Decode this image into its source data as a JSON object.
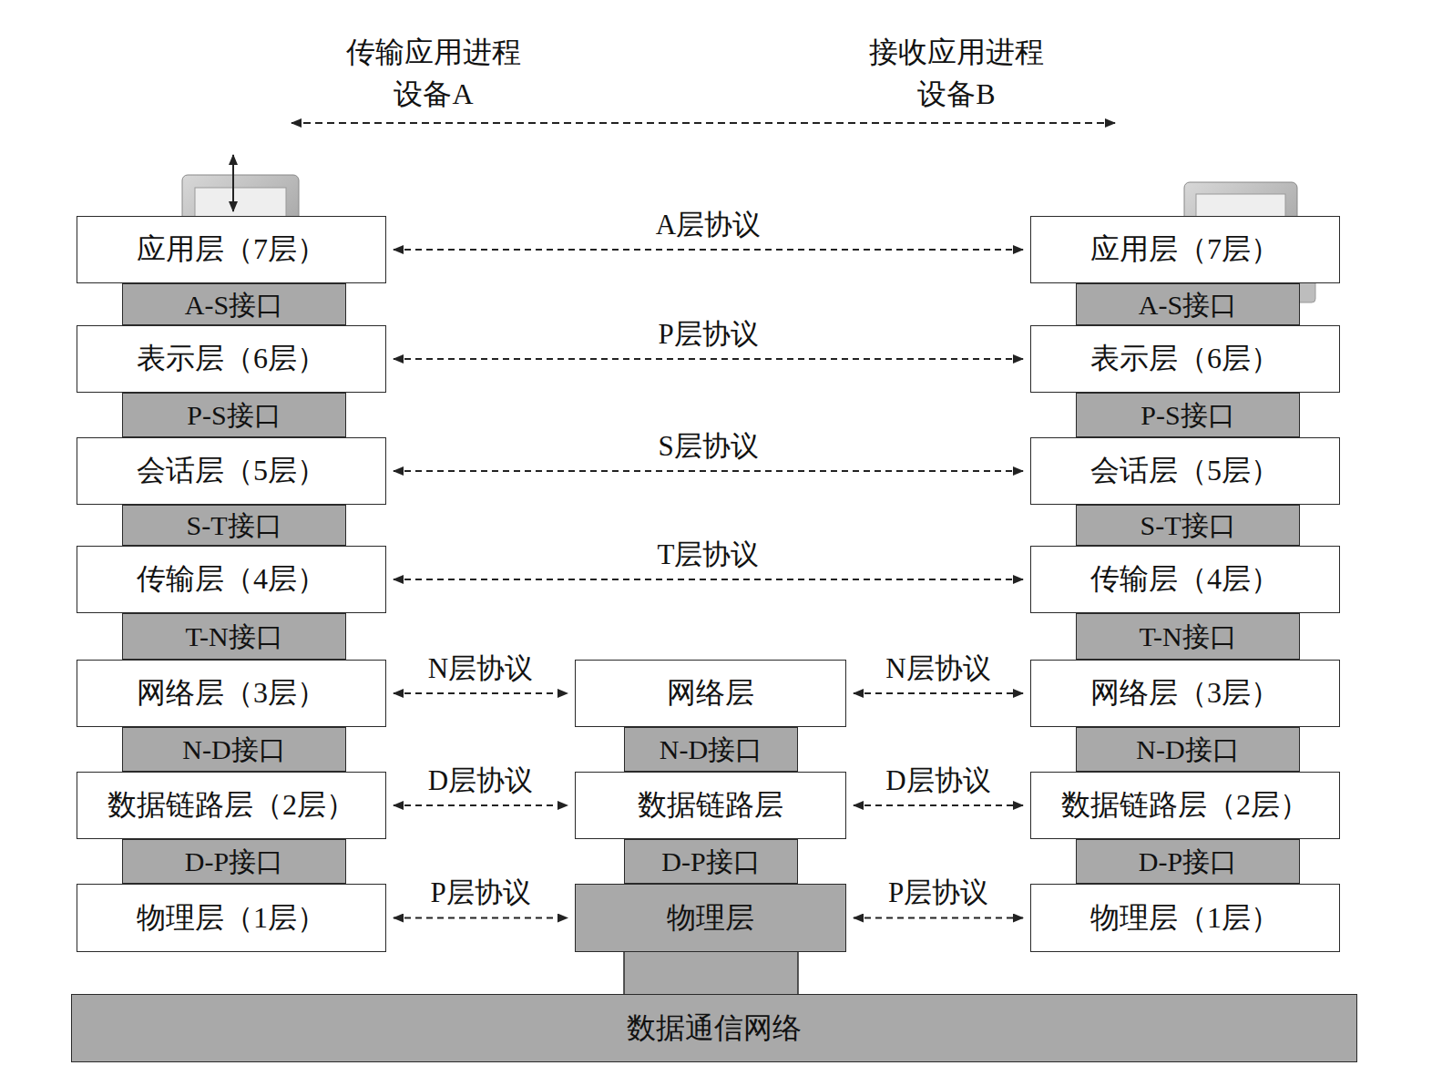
{
  "diagram": {
    "nodes": [
      {
        "text": [
          "应用层（7层）"
        ]
      },
      {
        "text": [
          "A-S接口"
        ]
      },
      {
        "text": [
          "表示层（6层）"
        ]
      },
      {
        "text": [
          "P-S接口"
        ]
      },
      {
        "text": [
          "会话层（5层）"
        ]
      },
      {
        "text": [
          "S-T接口"
        ]
      },
      {
        "text": [
          "传输层（4层）"
        ]
      },
      {
        "text": [
          "T-N接口"
        ]
      },
      {
        "text": [
          "网络层（3层）"
        ]
      },
      {
        "text": [
          "N-D接口"
        ]
      },
      {
        "text": [
          "数据链路层（2层）"
        ]
      },
      {
        "text": [
          "D-P接口"
        ]
      },
      {
        "text": [
          "物理层（1层）"
        ]
      },
      {
        "text": [
          "网络层"
        ]
      },
      {
        "text": [
          "N-D接口"
        ]
      },
      {
        "text": [
          "数据链路层"
        ]
      },
      {
        "text": [
          "D-P接口"
        ]
      },
      {
        "text": [
          "物理层"
        ]
      },
      {
        "text": [
          "应用层（7层）"
        ]
      },
      {
        "text": [
          "A-S接口"
        ]
      },
      {
        "text": [
          "表示层（6层）"
        ]
      },
      {
        "text": [
          "P-S接口"
        ]
      },
      {
        "text": [
          "会话层（5层）"
        ]
      },
      {
        "text": [
          "S-T接口"
        ]
      },
      {
        "text": [
          "传输层（4层）"
        ]
      },
      {
        "text": [
          "T-N接口"
        ]
      },
      {
        "text": [
          "网络层（3层）"
        ]
      },
      {
        "text": [
          "N-D接口"
        ]
      },
      {
        "text": [
          "数据链路层（2层）"
        ]
      },
      {
        "text": [
          "D-P接口"
        ]
      },
      {
        "text": [
          "物理层（1层）"
        ]
      },
      {
        "text": [
          "数据通信网络"
        ]
      }
    ],
    "edges": [
      {
        "from": 0,
        "to": 18,
        "arrow": "both",
        "label": "A层协议"
      },
      {
        "from": 2,
        "to": 20,
        "arrow": "both",
        "label": "P层协议"
      },
      {
        "from": 4,
        "to": 22,
        "arrow": "both",
        "label": "S层协议"
      },
      {
        "from": 6,
        "to": 24,
        "arrow": "both",
        "label": "T层协议"
      },
      {
        "from": 8,
        "to": 13,
        "arrow": "both",
        "label": "N层协议"
      },
      {
        "from": 13,
        "to": 26,
        "arrow": "both",
        "label": "N层协议"
      },
      {
        "from": 10,
        "to": 15,
        "arrow": "both",
        "label": "D层协议"
      },
      {
        "from": 15,
        "to": 28,
        "arrow": "both",
        "label": "D层协议"
      },
      {
        "from": 12,
        "to": 17,
        "arrow": "both",
        "label": "P层协议"
      },
      {
        "from": 17,
        "to": 30,
        "arrow": "both",
        "label": "P层协议"
      }
    ],
    "labels": [
      "传输应用进程",
      "设备A",
      "接收应用进程",
      "设备B"
    ]
  }
}
